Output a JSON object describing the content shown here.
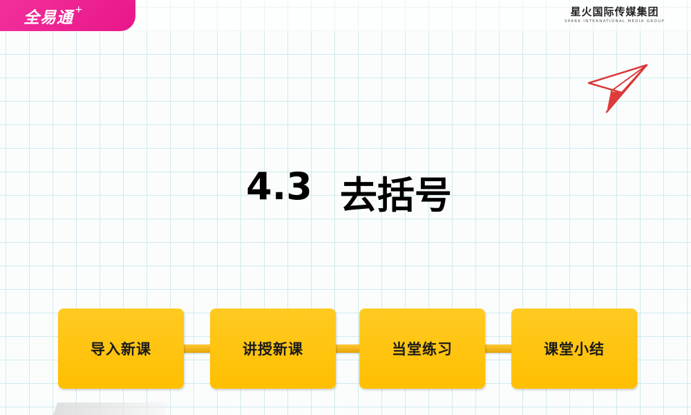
{
  "header": {
    "logo_text": "全易通",
    "logo_plus": "+",
    "brand_cn": "星火国际传媒集团",
    "brand_en": "SPARK INTERNATIONAL MEDIA GROUP"
  },
  "title": {
    "number": "4.3",
    "text": "去括号"
  },
  "steps": [
    {
      "label": "导入新课"
    },
    {
      "label": "讲授新课"
    },
    {
      "label": "当堂练习"
    },
    {
      "label": "课堂小结"
    }
  ],
  "colors": {
    "logo_pink": "#e8168a",
    "step_yellow": "#ffc20e",
    "grid_line": "#cfe9ee",
    "plane_red": "#e03a3a"
  },
  "icons": {
    "decoration": "paper-plane-icon"
  }
}
